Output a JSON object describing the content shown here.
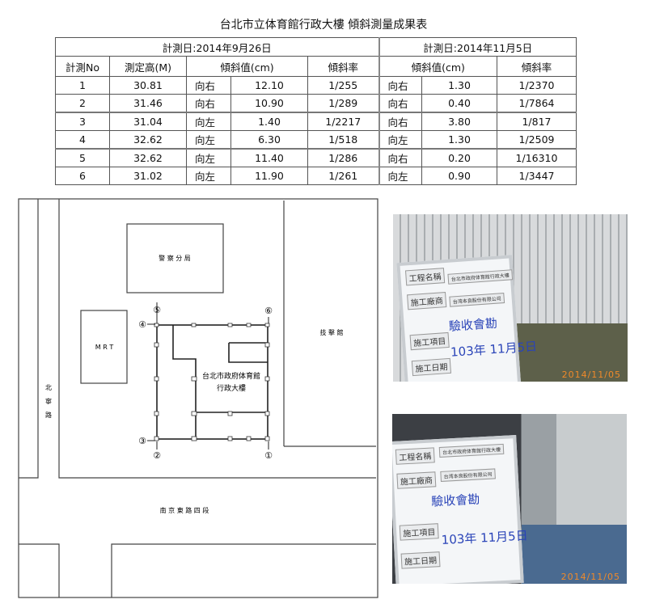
{
  "title": "台北市立体育館行政大樓  傾斜測量成果表",
  "table": {
    "date1": "計測日:2014年9月26日",
    "date2": "計測日:2014年11月5日",
    "headers": {
      "no": "計測No",
      "height": "測定高(M)",
      "tilt_value": "傾斜值(cm)",
      "tilt_rate": "傾斜率"
    },
    "rows": [
      {
        "no": "1",
        "height": "30.81",
        "d1": "向右",
        "v1": "12.10",
        "r1": "1/255",
        "d2": "向右",
        "v2": "1.30",
        "r2": "1/2370"
      },
      {
        "no": "2",
        "height": "31.46",
        "d1": "向右",
        "v1": "10.90",
        "r1": "1/289",
        "d2": "向右",
        "v2": "0.40",
        "r2": "1/7864"
      },
      {
        "no": "3",
        "height": "31.04",
        "d1": "向左",
        "v1": "1.40",
        "r1": "1/2217",
        "d2": "向右",
        "v2": "3.80",
        "r2": "1/817"
      },
      {
        "no": "4",
        "height": "32.62",
        "d1": "向左",
        "v1": "6.30",
        "r1": "1/518",
        "d2": "向左",
        "v2": "1.30",
        "r2": "1/2509"
      },
      {
        "no": "5",
        "height": "32.62",
        "d1": "向左",
        "v1": "11.40",
        "r1": "1/286",
        "d2": "向右",
        "v2": "0.20",
        "r2": "1/16310"
      },
      {
        "no": "6",
        "height": "31.02",
        "d1": "向左",
        "v1": "11.90",
        "r1": "1/261",
        "d2": "向左",
        "v2": "0.90",
        "r2": "1/3447"
      }
    ]
  },
  "map": {
    "police": "警 察 分 局",
    "mrt": "M R T",
    "gym": "技 擊 館",
    "road_left": [
      "北",
      "寧",
      "路"
    ],
    "road_bottom": "南 京 東 路 四 段",
    "building_line1": "台北市政府体育館",
    "building_line2": "行政大樓",
    "points": [
      "①",
      "②",
      "③",
      "④",
      "⑤",
      "⑥"
    ]
  },
  "photos": [
    {
      "stamp": "2014/11/05",
      "board": {
        "r1": "工程名稱",
        "r2": "施工廠商",
        "r3": "施工項目",
        "r4": "施工日期",
        "name": "台北市政府体育館行政大樓",
        "firm": "台湾本良股份有限公司",
        "item": "驗收會勘",
        "date": "103年 11月5日"
      }
    },
    {
      "stamp": "2014/11/05",
      "board": {
        "r1": "工程名稱",
        "r2": "施工廠商",
        "r3": "施工項目",
        "r4": "施工日期",
        "name": "台北市政府体育館行政大樓",
        "firm": "台湾本良股份有限公司",
        "item": "驗收會勘",
        "date": "103年 11月5日"
      }
    }
  ]
}
